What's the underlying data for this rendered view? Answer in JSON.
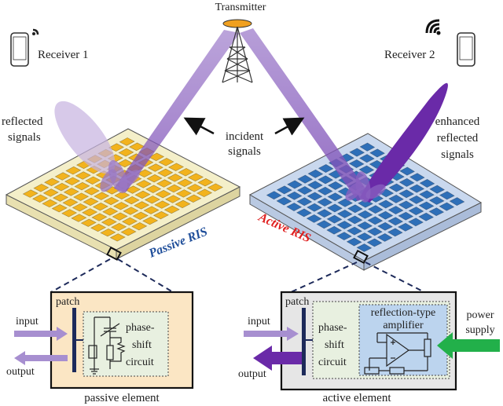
{
  "transmitter": {
    "label": "Transmitter"
  },
  "receiver1": {
    "label": "Receiver 1"
  },
  "receiver2": {
    "label": "Receiver 2"
  },
  "labels": {
    "reflected": [
      "reflected",
      "signals"
    ],
    "incident": [
      "incident",
      "signals"
    ],
    "enhanced": [
      "enhanced",
      "reflected",
      "signals"
    ]
  },
  "passive_ris": {
    "title": "Passive RIS",
    "title_color": "#1f4e9a",
    "panel_color": "#f4efc9",
    "tile_color": "#f2b31d"
  },
  "active_ris": {
    "title": "Active RIS",
    "title_color": "#e02020",
    "panel_color": "#c9d8ee",
    "tile_color": "#2e6fb8"
  },
  "passive_element": {
    "caption": "passive element",
    "patch": "patch",
    "input": "input",
    "output": "output",
    "circuit": [
      "phase-",
      "shift",
      "circuit"
    ],
    "box_color": "#fbe6c4"
  },
  "active_element": {
    "caption": "active element",
    "patch": "patch",
    "input": "input",
    "output": "output",
    "circuit": [
      "phase-",
      "shift",
      "circuit"
    ],
    "amplifier": [
      "reflection-type",
      "amplifier"
    ],
    "power": [
      "power",
      "supply"
    ],
    "box_color": "#e6e6e6"
  },
  "colors": {
    "beam": "#8e6cc0",
    "beam_dark": "#6a2aa8",
    "power_arrow": "#22b04a",
    "navy": "#1d2a5a"
  }
}
